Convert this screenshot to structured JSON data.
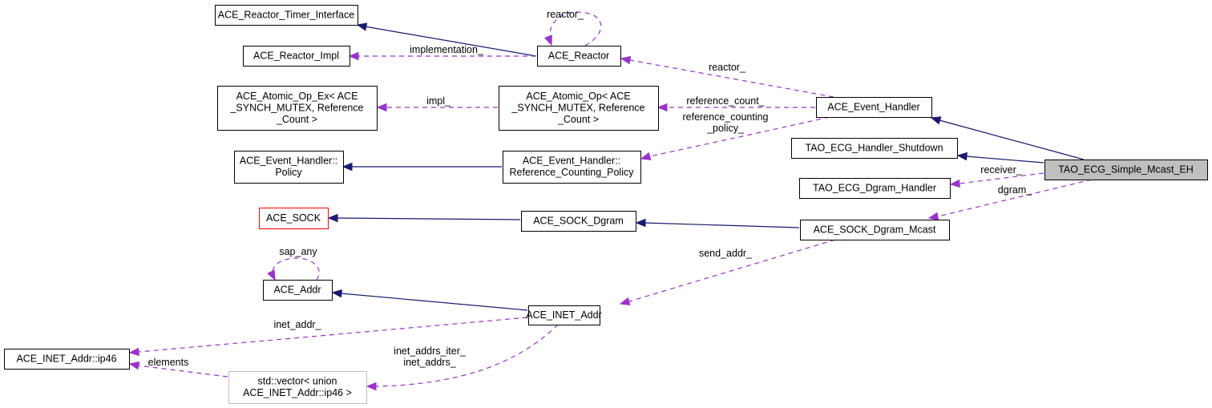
{
  "diagram": {
    "title": "Collaboration diagram for TAO_ECG_Simple_Mcast_EH",
    "colors": {
      "inheritance_edge": "#191970",
      "usage_edge": "#9a32cd",
      "focus_fill": "#bfbfbf",
      "undocumented_border": "#ff0000",
      "external_border": "#bfbfbf"
    },
    "nodes": [
      {
        "id": "timer_iface",
        "lines": [
          "ACE_Reactor_Timer_Interface"
        ]
      },
      {
        "id": "reactor_impl",
        "lines": [
          "ACE_Reactor_Impl"
        ]
      },
      {
        "id": "reactor",
        "lines": [
          "ACE_Reactor"
        ]
      },
      {
        "id": "atomic_op_ex",
        "lines": [
          "ACE_Atomic_Op_Ex< ACE",
          "_SYNCH_MUTEX, Reference",
          "_Count >"
        ]
      },
      {
        "id": "atomic_op",
        "lines": [
          "ACE_Atomic_Op< ACE",
          "_SYNCH_MUTEX, Reference",
          "_Count >"
        ]
      },
      {
        "id": "event_handler",
        "lines": [
          "ACE_Event_Handler"
        ]
      },
      {
        "id": "eh_policy",
        "lines": [
          "ACE_Event_Handler::",
          "Policy"
        ]
      },
      {
        "id": "ref_count_policy",
        "lines": [
          "ACE_Event_Handler::",
          "Reference_Counting_Policy"
        ]
      },
      {
        "id": "handler_shutdown",
        "lines": [
          "TAO_ECG_Handler_Shutdown"
        ]
      },
      {
        "id": "simple_mcast_eh",
        "lines": [
          "TAO_ECG_Simple_Mcast_EH"
        ]
      },
      {
        "id": "dgram_handler",
        "lines": [
          "TAO_ECG_Dgram_Handler"
        ]
      },
      {
        "id": "ace_sock",
        "lines": [
          "ACE_SOCK"
        ]
      },
      {
        "id": "sock_dgram",
        "lines": [
          "ACE_SOCK_Dgram"
        ]
      },
      {
        "id": "sock_dgram_mcast",
        "lines": [
          "ACE_SOCK_Dgram_Mcast"
        ]
      },
      {
        "id": "ace_addr",
        "lines": [
          "ACE_Addr"
        ]
      },
      {
        "id": "inet_addr",
        "lines": [
          "ACE_INET_Addr"
        ]
      },
      {
        "id": "ip46",
        "lines": [
          "ACE_INET_Addr::ip46"
        ]
      },
      {
        "id": "vector_ip46",
        "lines": [
          "std::vector< union",
          "ACE_INET_Addr::ip46 >"
        ]
      }
    ],
    "edges": [
      {
        "id": "e1",
        "type": "inheritance",
        "from": "reactor",
        "to": "timer_iface",
        "label": ""
      },
      {
        "id": "e2",
        "type": "usage",
        "from": "reactor",
        "to": "reactor",
        "label": "reactor_"
      },
      {
        "id": "e3",
        "type": "usage",
        "from": "reactor",
        "to": "reactor_impl",
        "label": "implementation_"
      },
      {
        "id": "e4",
        "type": "usage",
        "from": "event_handler",
        "to": "reactor",
        "label": "reactor_"
      },
      {
        "id": "e5",
        "type": "usage",
        "from": "atomic_op",
        "to": "atomic_op_ex",
        "label": "impl_"
      },
      {
        "id": "e6",
        "type": "usage",
        "from": "event_handler",
        "to": "atomic_op",
        "label": "reference_count_"
      },
      {
        "id": "e7",
        "type": "usage",
        "from": "event_handler",
        "to": "ref_count_policy",
        "label": "reference_counting\n_policy_"
      },
      {
        "id": "e8",
        "type": "inheritance",
        "from": "ref_count_policy",
        "to": "eh_policy",
        "label": ""
      },
      {
        "id": "e9",
        "type": "inheritance",
        "from": "simple_mcast_eh",
        "to": "event_handler",
        "label": ""
      },
      {
        "id": "e10",
        "type": "inheritance",
        "from": "simple_mcast_eh",
        "to": "handler_shutdown",
        "label": ""
      },
      {
        "id": "e11",
        "type": "usage",
        "from": "simple_mcast_eh",
        "to": "dgram_handler",
        "label": "receiver_"
      },
      {
        "id": "e12",
        "type": "usage",
        "from": "simple_mcast_eh",
        "to": "sock_dgram_mcast",
        "label": "dgram_"
      },
      {
        "id": "e13",
        "type": "inheritance",
        "from": "sock_dgram",
        "to": "ace_sock",
        "label": ""
      },
      {
        "id": "e14",
        "type": "inheritance",
        "from": "sock_dgram_mcast",
        "to": "sock_dgram",
        "label": ""
      },
      {
        "id": "e15",
        "type": "usage",
        "from": "sock_dgram_mcast",
        "to": "inet_addr",
        "label": "send_addr_"
      },
      {
        "id": "e16",
        "type": "usage",
        "from": "ace_addr",
        "to": "ace_addr",
        "label": "sap_any"
      },
      {
        "id": "e17",
        "type": "inheritance",
        "from": "inet_addr",
        "to": "ace_addr",
        "label": ""
      },
      {
        "id": "e18",
        "type": "usage",
        "from": "inet_addr",
        "to": "ip46",
        "label": "inet_addr_"
      },
      {
        "id": "e19",
        "type": "usage",
        "from": "vector_ip46",
        "to": "ip46",
        "label": "elements"
      },
      {
        "id": "e20",
        "type": "usage",
        "from": "inet_addr",
        "to": "vector_ip46",
        "label": "inet_addrs_iter_\ninet_addrs_"
      }
    ]
  }
}
